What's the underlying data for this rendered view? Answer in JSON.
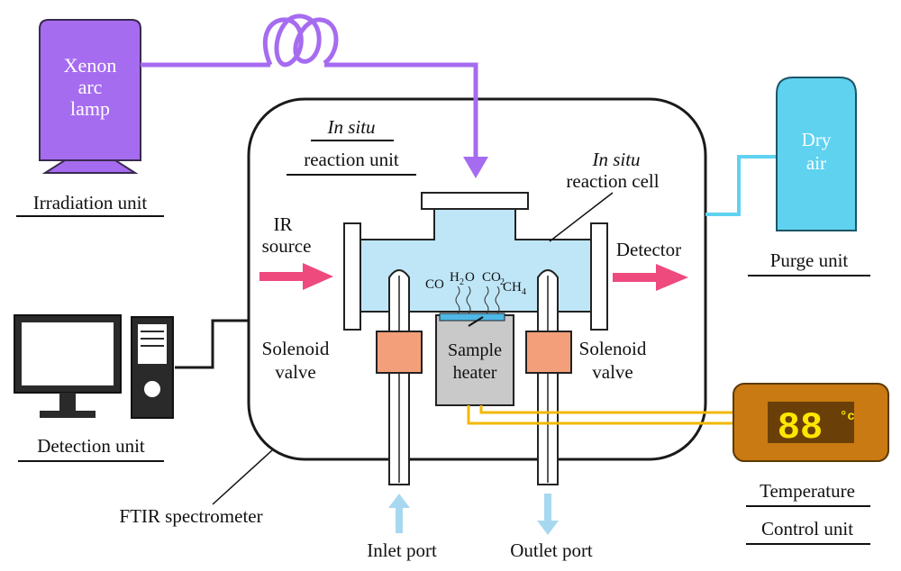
{
  "irradiation": {
    "lamp_line1": "Xenon",
    "lamp_line2": "arc",
    "lamp_line3": "lamp",
    "unit_label": "Irradiation unit"
  },
  "reaction_unit": {
    "line1": "In situ",
    "line2": "reaction unit"
  },
  "reaction_cell": {
    "line1": "In situ",
    "line2": "reaction cell"
  },
  "ir_source": {
    "line1": "IR",
    "line2": "source"
  },
  "detector": "Detector",
  "solenoid_left": {
    "line1": "Solenoid",
    "line2": "valve"
  },
  "solenoid_right": {
    "line1": "Solenoid",
    "line2": "valve"
  },
  "sample_heater": {
    "line1": "Sample",
    "line2": "heater"
  },
  "gases": {
    "co": "CO",
    "h2o_main": "H",
    "h2o_sub": "2",
    "h2o_o": "O",
    "co2_main": "CO",
    "co2_sub": "2",
    "ch4_main": "CH",
    "ch4_sub": "4"
  },
  "purge": {
    "box_line1": "Dry",
    "box_line2": "air",
    "unit_label": "Purge unit"
  },
  "detection": {
    "unit_label": "Detection unit"
  },
  "temperature": {
    "display_value": "88",
    "display_unit": "°c",
    "label_line1": "Temperature",
    "label_line2": "Control unit"
  },
  "ftir_label": "FTIR spectrometer",
  "inlet_label": "Inlet port",
  "outlet_label": "Outlet port",
  "colors": {
    "lamp": "#a66cf0",
    "purge": "#5fd2f0",
    "cell": "#bfe6f7",
    "ir_arrow": "#ee4a7e",
    "valve": "#f3a07a",
    "heater": "#c9c9c9",
    "controller": "#c97a12",
    "wire": "#f2b800",
    "port_arrow": "#a8d8f0"
  }
}
